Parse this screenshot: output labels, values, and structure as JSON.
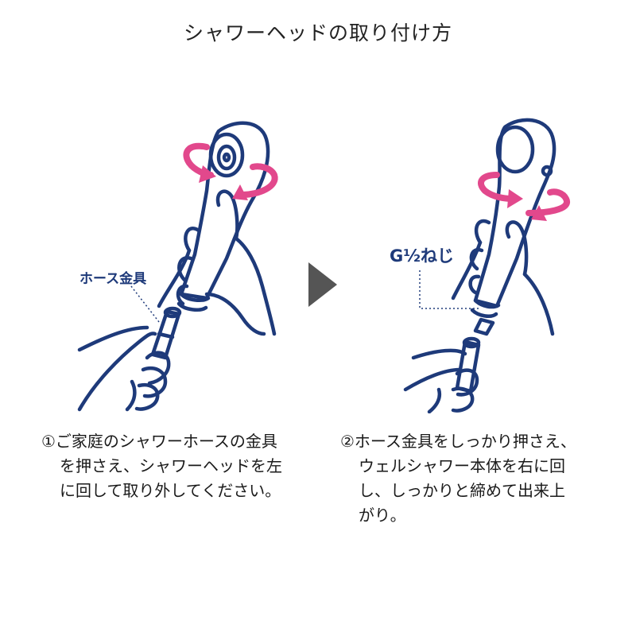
{
  "title": "シャワーヘッドの取り付け方",
  "colors": {
    "navy": "#1e3a7a",
    "pink": "#e2488c",
    "arrow": "#555555",
    "text": "#1a1a1a"
  },
  "step1": {
    "label": "ホース金具",
    "lines": [
      "①ご家庭のシャワーホースの金具",
      "を押さえ、シャワーヘッドを左",
      "に回して取り外してください。"
    ]
  },
  "step2": {
    "label": "G½ねじ",
    "lines": [
      "②ホース金具をしっかり押さえ、",
      "ウェルシャワー本体を右に回",
      "し、しっかりと締めて出来上",
      "がり。"
    ]
  },
  "icons": {
    "middle_arrow": "play-triangle-icon",
    "rotate_arrow": "rotate-arrow-icon"
  }
}
